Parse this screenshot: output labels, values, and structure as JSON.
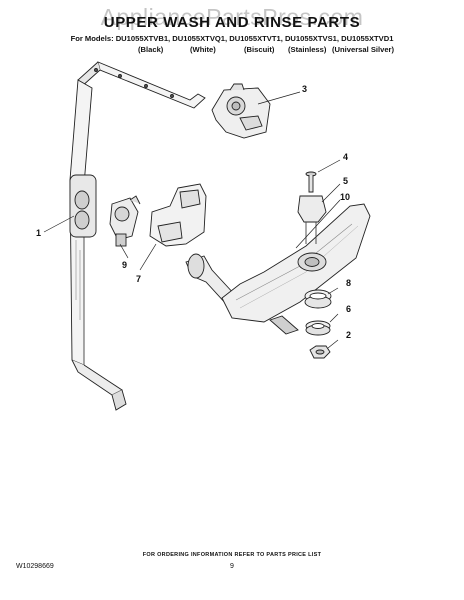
{
  "watermark": "AppliancePartsPros.com",
  "title": "UPPER WASH AND RINSE PARTS",
  "models_line": "For Models: DU1055XTVB1, DU1055XTVQ1, DU1055XTVT1, DU1055XTVS1, DU1055XTVD1",
  "finishes": [
    "(Black)",
    "(White)",
    "(Biscuit)",
    "(Stainless)",
    "(Universal Silver)"
  ],
  "callouts": {
    "c1": "1",
    "c2": "2",
    "c3": "3",
    "c4": "4",
    "c5": "5",
    "c6": "6",
    "c7": "7",
    "c8": "8",
    "c9": "9",
    "c10": "10"
  },
  "footer": {
    "order_info": "FOR ORDERING INFORMATION REFER TO PARTS PRICE LIST",
    "doc_number": "W10298669",
    "page_number": "9"
  }
}
